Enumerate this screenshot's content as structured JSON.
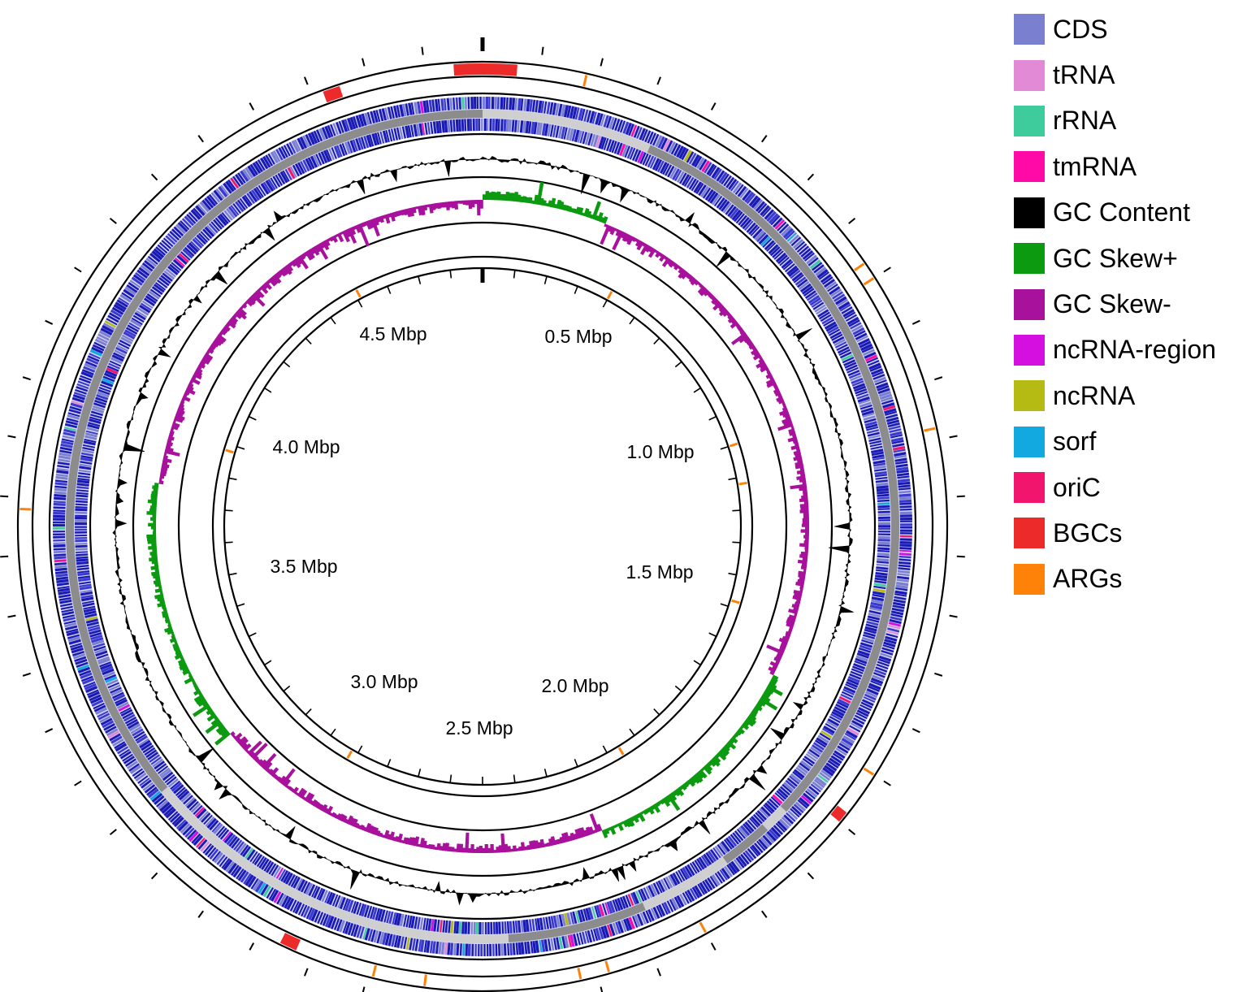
{
  "genome_map": {
    "scale_labels": [
      "0.5 Mbp",
      "1.0 Mbp",
      "1.5 Mbp",
      "2.0 Mbp",
      "2.5 Mbp",
      "3.0 Mbp",
      "3.5 Mbp",
      "4.0 Mbp",
      "4.5 Mbp"
    ],
    "scale_positions_mbp": [
      0.5,
      1.0,
      1.5,
      2.0,
      2.5,
      3.0,
      3.5,
      4.0,
      4.5
    ],
    "genome_size_mbp": 5.0,
    "tracks": {
      "bgcs_mbp": [
        [
          4.95,
          5.0
        ],
        [
          0.0,
          0.06
        ],
        [
          4.72,
          4.75
        ],
        [
          1.78,
          1.8
        ],
        [
          2.83,
          2.86
        ]
      ],
      "args_mbp": [
        0.18,
        0.77,
        0.8,
        1.08,
        1.7,
        2.1,
        2.28,
        2.33,
        2.6,
        2.69,
        3.78
      ],
      "args_inner_mbp": [
        0.4,
        1.0,
        1.12,
        1.48,
        2.06,
        2.92,
        3.98,
        4.61
      ],
      "gc_skew_positive_ranges_mbp": [
        [
          0.0,
          0.3
        ],
        [
          1.62,
          2.2
        ],
        [
          3.2,
          3.85
        ]
      ],
      "gray_blocks_outer_mbp": [
        [
          4.97,
          0.0,
          "dark"
        ],
        [
          0.0,
          0.33,
          "light"
        ],
        [
          0.33,
          1.85,
          "dark"
        ],
        [
          1.85,
          1.9,
          "light"
        ],
        [
          1.9,
          2.0,
          "dark"
        ],
        [
          2.0,
          2.18,
          "light"
        ],
        [
          2.18,
          2.45,
          "dark"
        ],
        [
          2.45,
          3.2,
          "light"
        ],
        [
          3.2,
          4.97,
          "dark"
        ]
      ]
    },
    "colors": {
      "cds": "#7b7fcf",
      "cds_dark": "#1a1ab4",
      "trna": "#e38ad6",
      "rrna": "#3fcc9c",
      "tmrna": "#ff0aa6",
      "gc_content": "#000000",
      "gc_skew_pos": "#0c9a10",
      "gc_skew_neg": "#a8119c",
      "ncrna_region": "#d40fe0",
      "ncrna": "#b5bb12",
      "sorf": "#12a8e0",
      "oric": "#f2156e",
      "bgcs": "#ec2a2a",
      "args": "#ff8208",
      "gray_dark": "#8c8c8c",
      "gray_light": "#cfcfcf"
    }
  },
  "legend": {
    "items": [
      {
        "label": "CDS",
        "color": "#7b7fcf"
      },
      {
        "label": "tRNA",
        "color": "#e38ad6"
      },
      {
        "label": "rRNA",
        "color": "#3fcc9c"
      },
      {
        "label": "tmRNA",
        "color": "#ff0aa6"
      },
      {
        "label": "GC Content",
        "color": "#000000"
      },
      {
        "label": "GC Skew+",
        "color": "#0c9a10"
      },
      {
        "label": "GC Skew-",
        "color": "#a8119c"
      },
      {
        "label": "ncRNA-region",
        "color": "#d40fe0"
      },
      {
        "label": "ncRNA",
        "color": "#b5bb12"
      },
      {
        "label": "sorf",
        "color": "#12a8e0"
      },
      {
        "label": "oriC",
        "color": "#f2156e"
      },
      {
        "label": "BGCs",
        "color": "#ec2a2a"
      },
      {
        "label": "ARGs",
        "color": "#ff8208"
      }
    ]
  }
}
